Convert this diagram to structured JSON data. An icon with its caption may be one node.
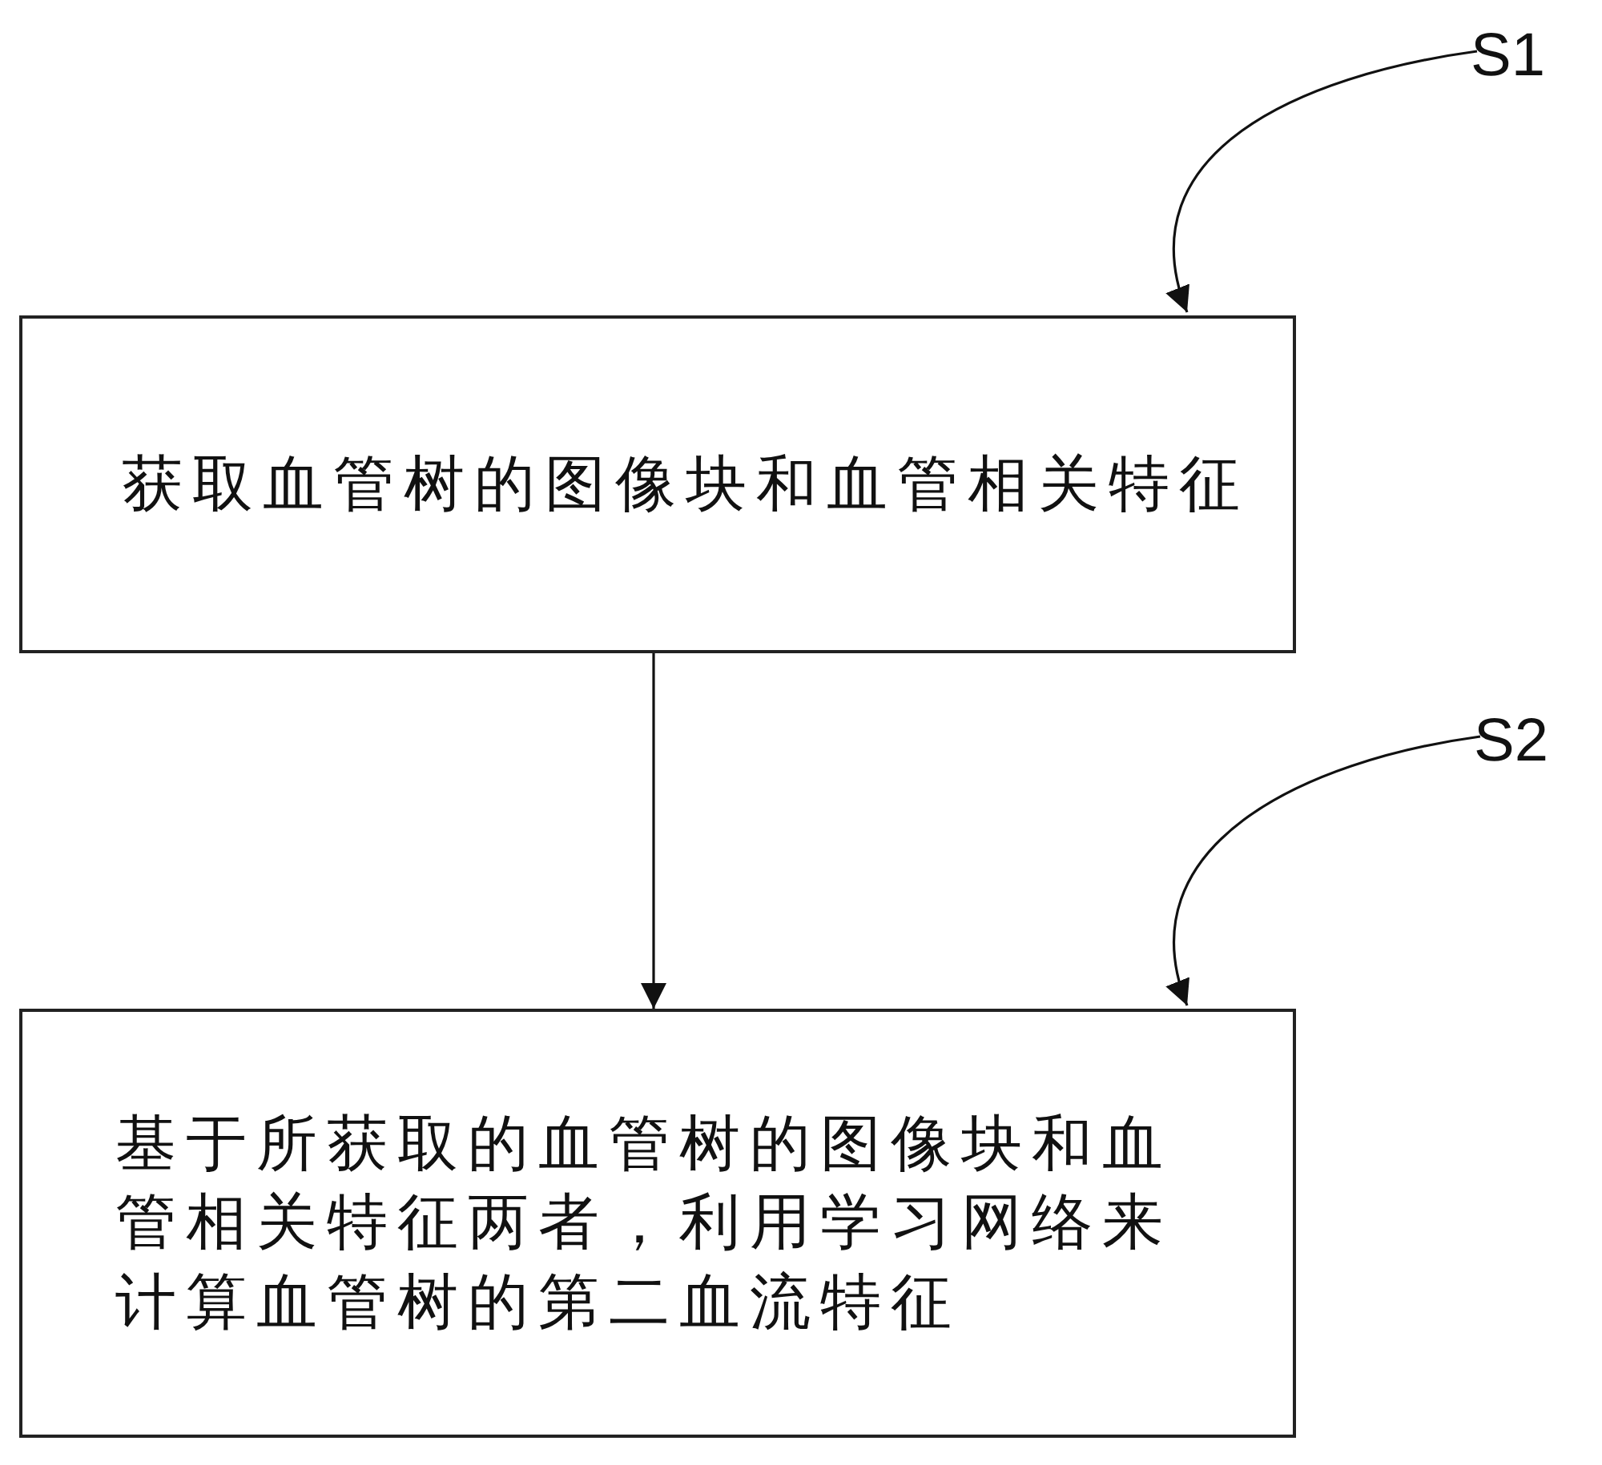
{
  "diagram": {
    "nodes": [
      {
        "text": [
          "获取血管树的图像块和血管相关特征"
        ]
      },
      {
        "text": [
          "基于所获取的血管树的图像块和血管相关特征两者，利用学习网络来计算血管树的第二血流特征"
        ]
      },
      {
        "text": [
          "S1"
        ]
      },
      {
        "text": [
          "S2"
        ]
      }
    ],
    "edges": [
      {
        "from": 0,
        "to": 1,
        "arrow": "to"
      },
      {
        "from": 2,
        "to": 0,
        "arrow": "to"
      },
      {
        "from": 3,
        "to": 1,
        "arrow": "to"
      }
    ]
  }
}
